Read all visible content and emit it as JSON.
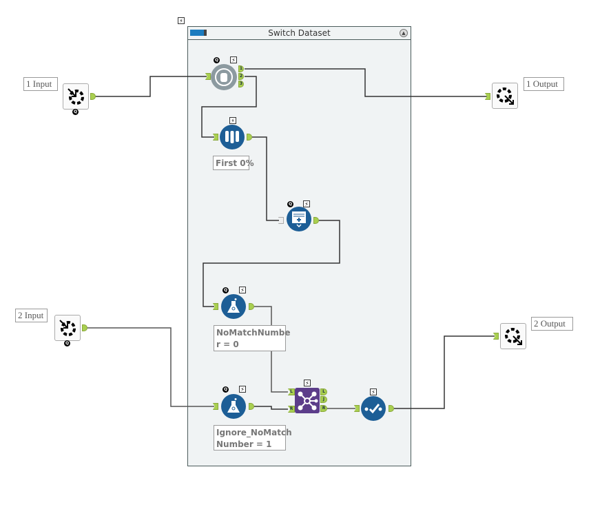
{
  "container": {
    "title": "Switch Dataset",
    "collapse_icon": "chevron-up-icon"
  },
  "macro_inputs": [
    {
      "label": "1 Input"
    },
    {
      "label": "2 Input"
    }
  ],
  "macro_outputs": [
    {
      "label": "1 Output"
    },
    {
      "label": "2 Output"
    }
  ],
  "tools": {
    "switch": {
      "outputs": [
        "1",
        "2",
        "3"
      ]
    },
    "sample": {
      "annotation": "First 0%"
    },
    "formula1": {
      "annotation": "NoMatchNumbe\nr = 0"
    },
    "formula2": {
      "annotation": "Ignore_NoMatch\nNumber = 1"
    },
    "join": {
      "inputs": [
        "L",
        "R"
      ],
      "outputs": [
        "L",
        "J",
        "R"
      ]
    }
  },
  "glyphs": {
    "bolt": "⚡",
    "q": "Q"
  },
  "colors": {
    "tool_blue": "#1d5e96",
    "join_purple": "#5c3d8a",
    "anchor_green": "#a9cf50",
    "switch_gray": "#8c9aa0"
  }
}
